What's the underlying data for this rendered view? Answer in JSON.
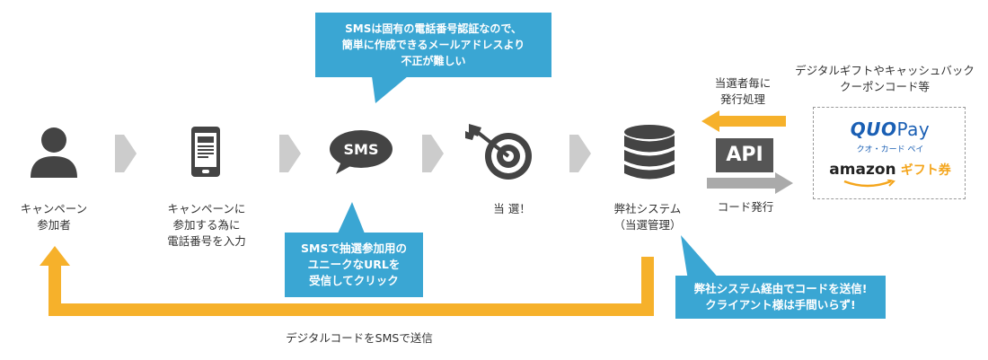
{
  "steps": [
    {
      "lines": [
        "キャンペーン",
        "参加者"
      ],
      "icon": "person-icon"
    },
    {
      "lines": [
        "キャンペーンに",
        "参加する為に",
        "電話番号を入力"
      ],
      "icon": "smartphone-icon"
    },
    {
      "lines": [],
      "icon": "sms-bubble-icon",
      "icon_text": "SMS"
    },
    {
      "lines": [
        "当 選！"
      ],
      "icon": "target-icon"
    },
    {
      "lines": [
        "弊社システム",
        "（当選管理）"
      ],
      "icon": "database-icon"
    }
  ],
  "callouts": {
    "top": {
      "lines": [
        "SMSは固有の電話番号認証なので、",
        "簡単に作成できるメールアドレスより",
        "不正が難しい"
      ]
    },
    "middle": {
      "lines": [
        "SMSで抽選参加用の",
        "ユニークなURLを",
        "受信してクリック"
      ]
    },
    "right": {
      "lines": [
        "弊社システム経由でコードを送信!",
        "クライアント様は手間いらず!"
      ]
    }
  },
  "api": {
    "label": "API",
    "top_note": [
      "当選者毎に",
      "発行処理"
    ],
    "bottom_note": "コード発行"
  },
  "gift": {
    "title": [
      "デジタルギフトやキャッシュバック",
      "クーポンコード等"
    ],
    "quo_main_a": "QUO",
    "quo_main_b": "Pay",
    "quo_sub": "クオ・カード ペイ",
    "amazon_word": "amazon",
    "amazon_gift": "ギフト券"
  },
  "return_label": "デジタルコードをSMSで送信",
  "colors": {
    "accent_blue": "#3aa6d3",
    "arrow_orange": "#f6b12b",
    "icon_dark": "#444444",
    "chevron_gray": "#cccccc",
    "quo_blue": "#1a5fb4",
    "amazon_orange": "#f4a51c"
  }
}
